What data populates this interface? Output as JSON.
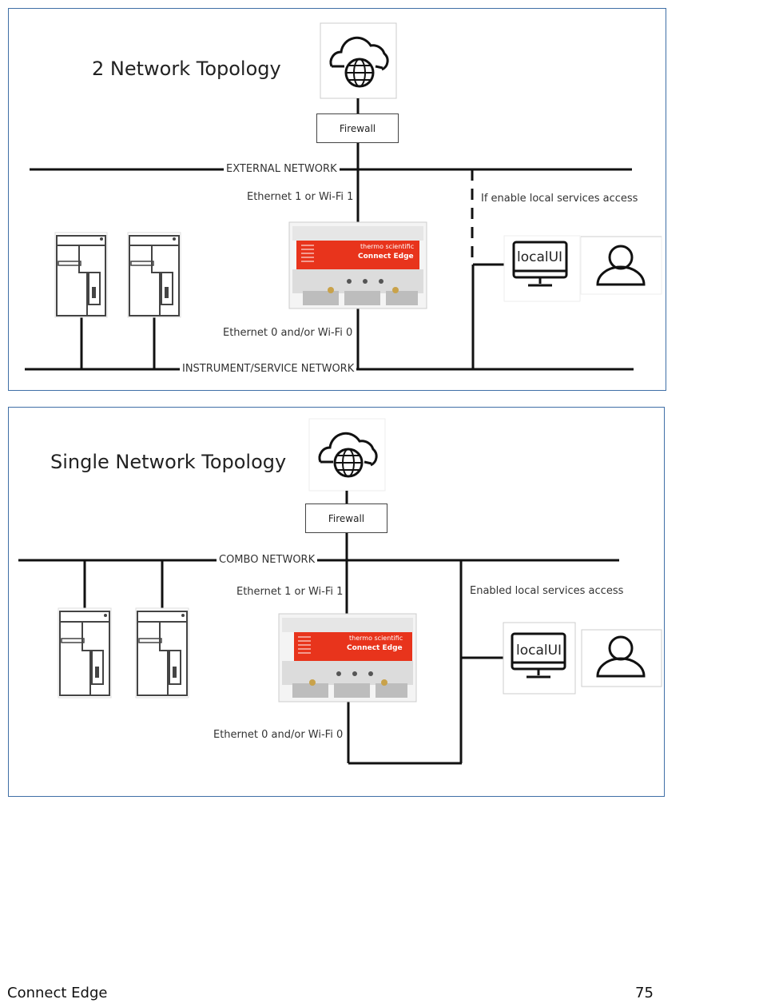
{
  "diagrams": [
    {
      "title": "2 Network Topology",
      "firewall_label": "Firewall",
      "top_network_label": "EXTERNAL NETWORK",
      "bottom_network_label": "INSTRUMENT/SERVICE NETWORK",
      "eth1_label": "Ethernet 1 or Wi-Fi 1",
      "eth0_label": "Ethernet 0 and/or Wi-Fi 0",
      "local_access_label": "If enable local services access",
      "monitor_label": "localUI",
      "device_brand": "thermo scientific",
      "device_name": "Connect Edge"
    },
    {
      "title": "Single Network Topology",
      "firewall_label": "Firewall",
      "top_network_label": "COMBO NETWORK",
      "eth1_label": "Ethernet 1 or Wi-Fi 1",
      "eth0_label": "Ethernet 0 and/or Wi-Fi 0",
      "local_access_label": "Enabled local services access",
      "monitor_label": "localUI",
      "device_brand": "thermo scientific",
      "device_name": "Connect Edge"
    }
  ],
  "footer": {
    "left": "Connect Edge",
    "right": "75"
  },
  "colors": {
    "panel_border": "#3f6fa6",
    "device_red": "#e8341c",
    "line": "#111111"
  }
}
